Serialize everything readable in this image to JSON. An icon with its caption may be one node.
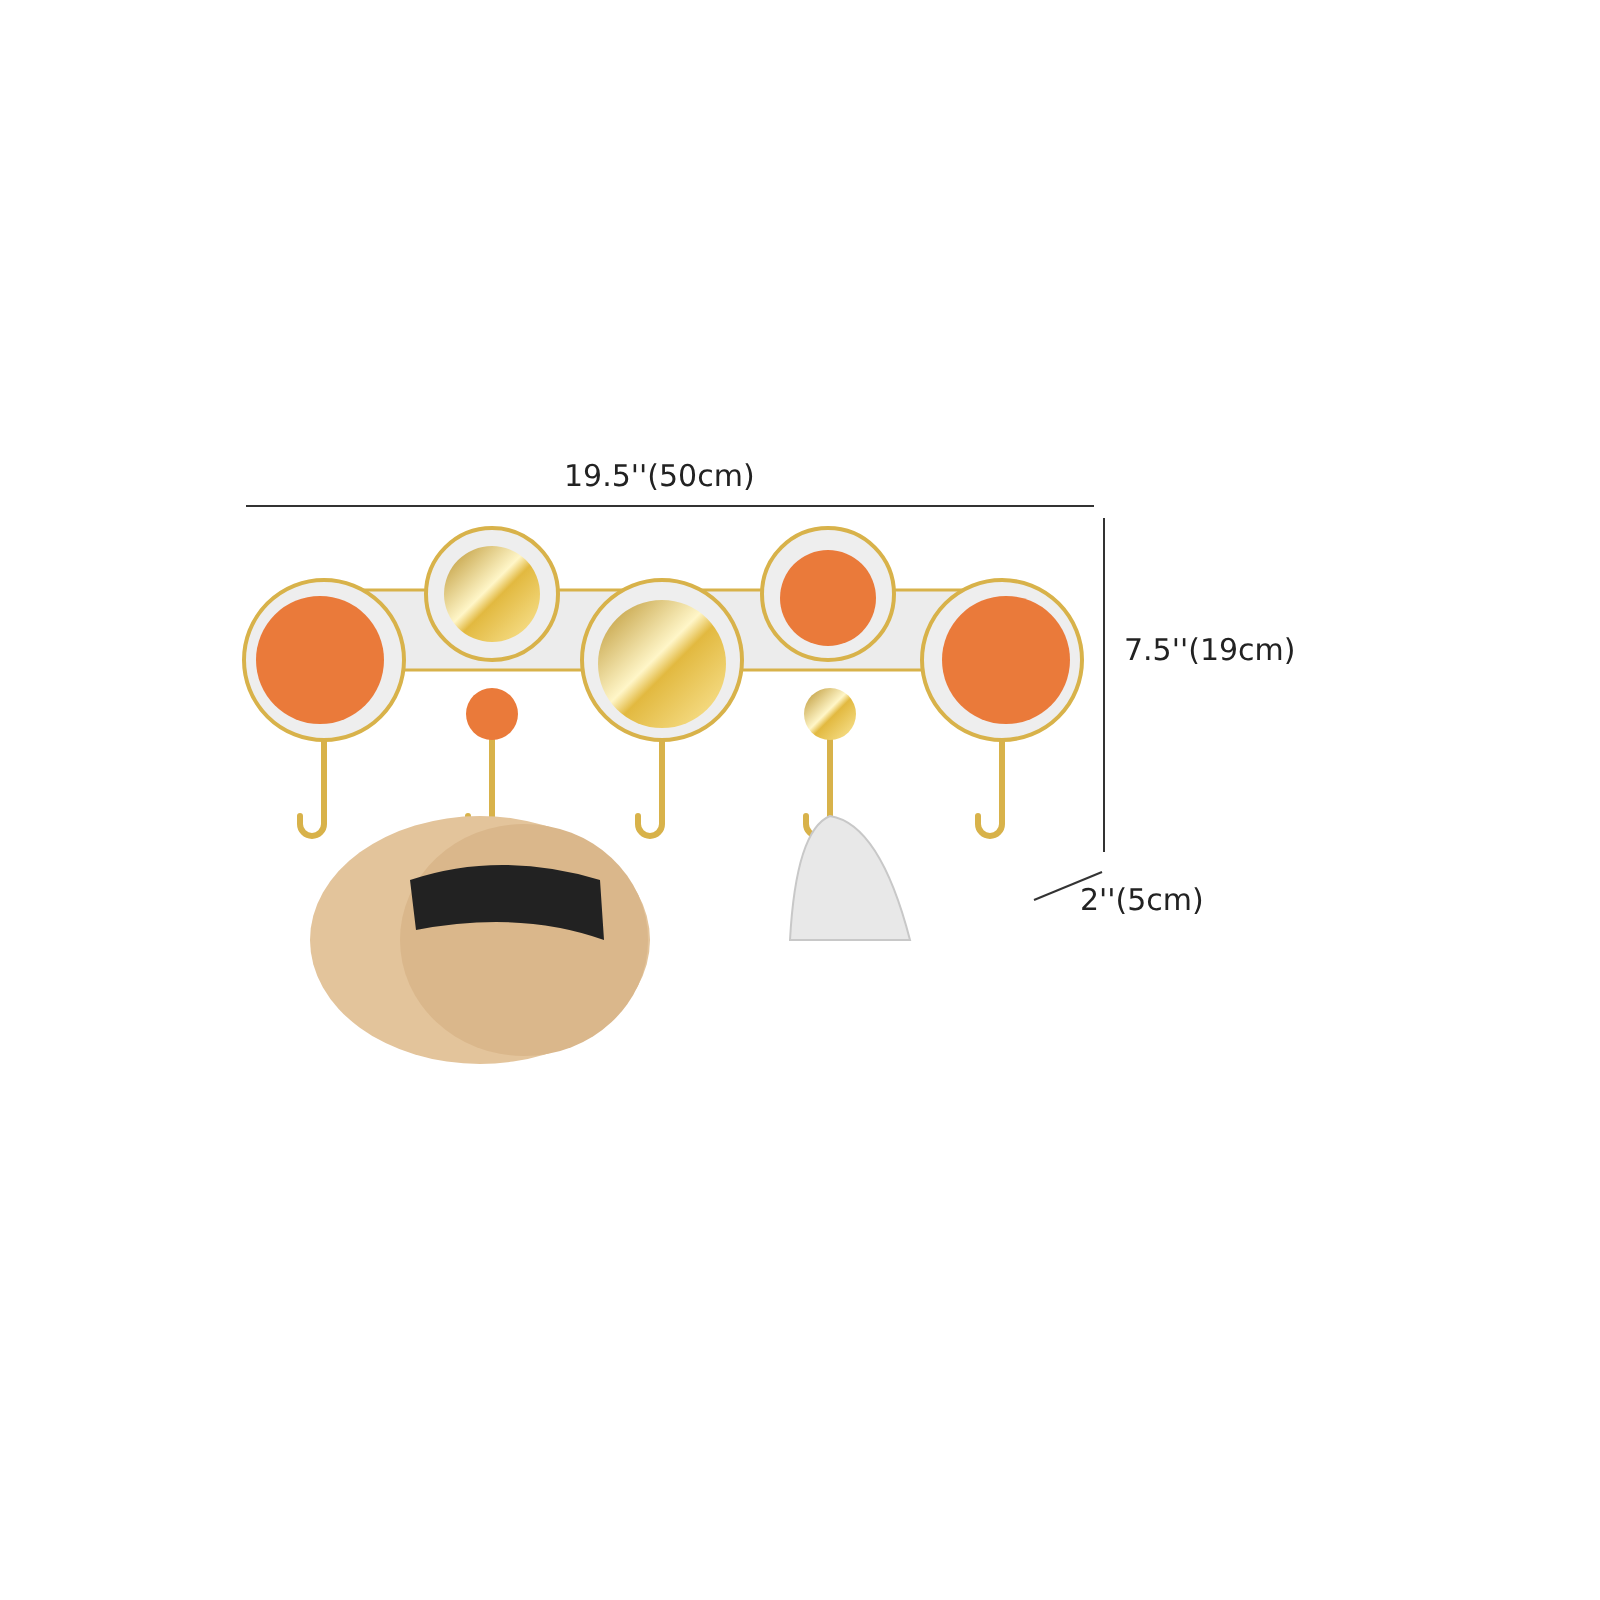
{
  "diagram": {
    "labels": [
      "19.5''(50cm)",
      "7.5''(19cm)",
      "2''(5cm)"
    ]
  }
}
